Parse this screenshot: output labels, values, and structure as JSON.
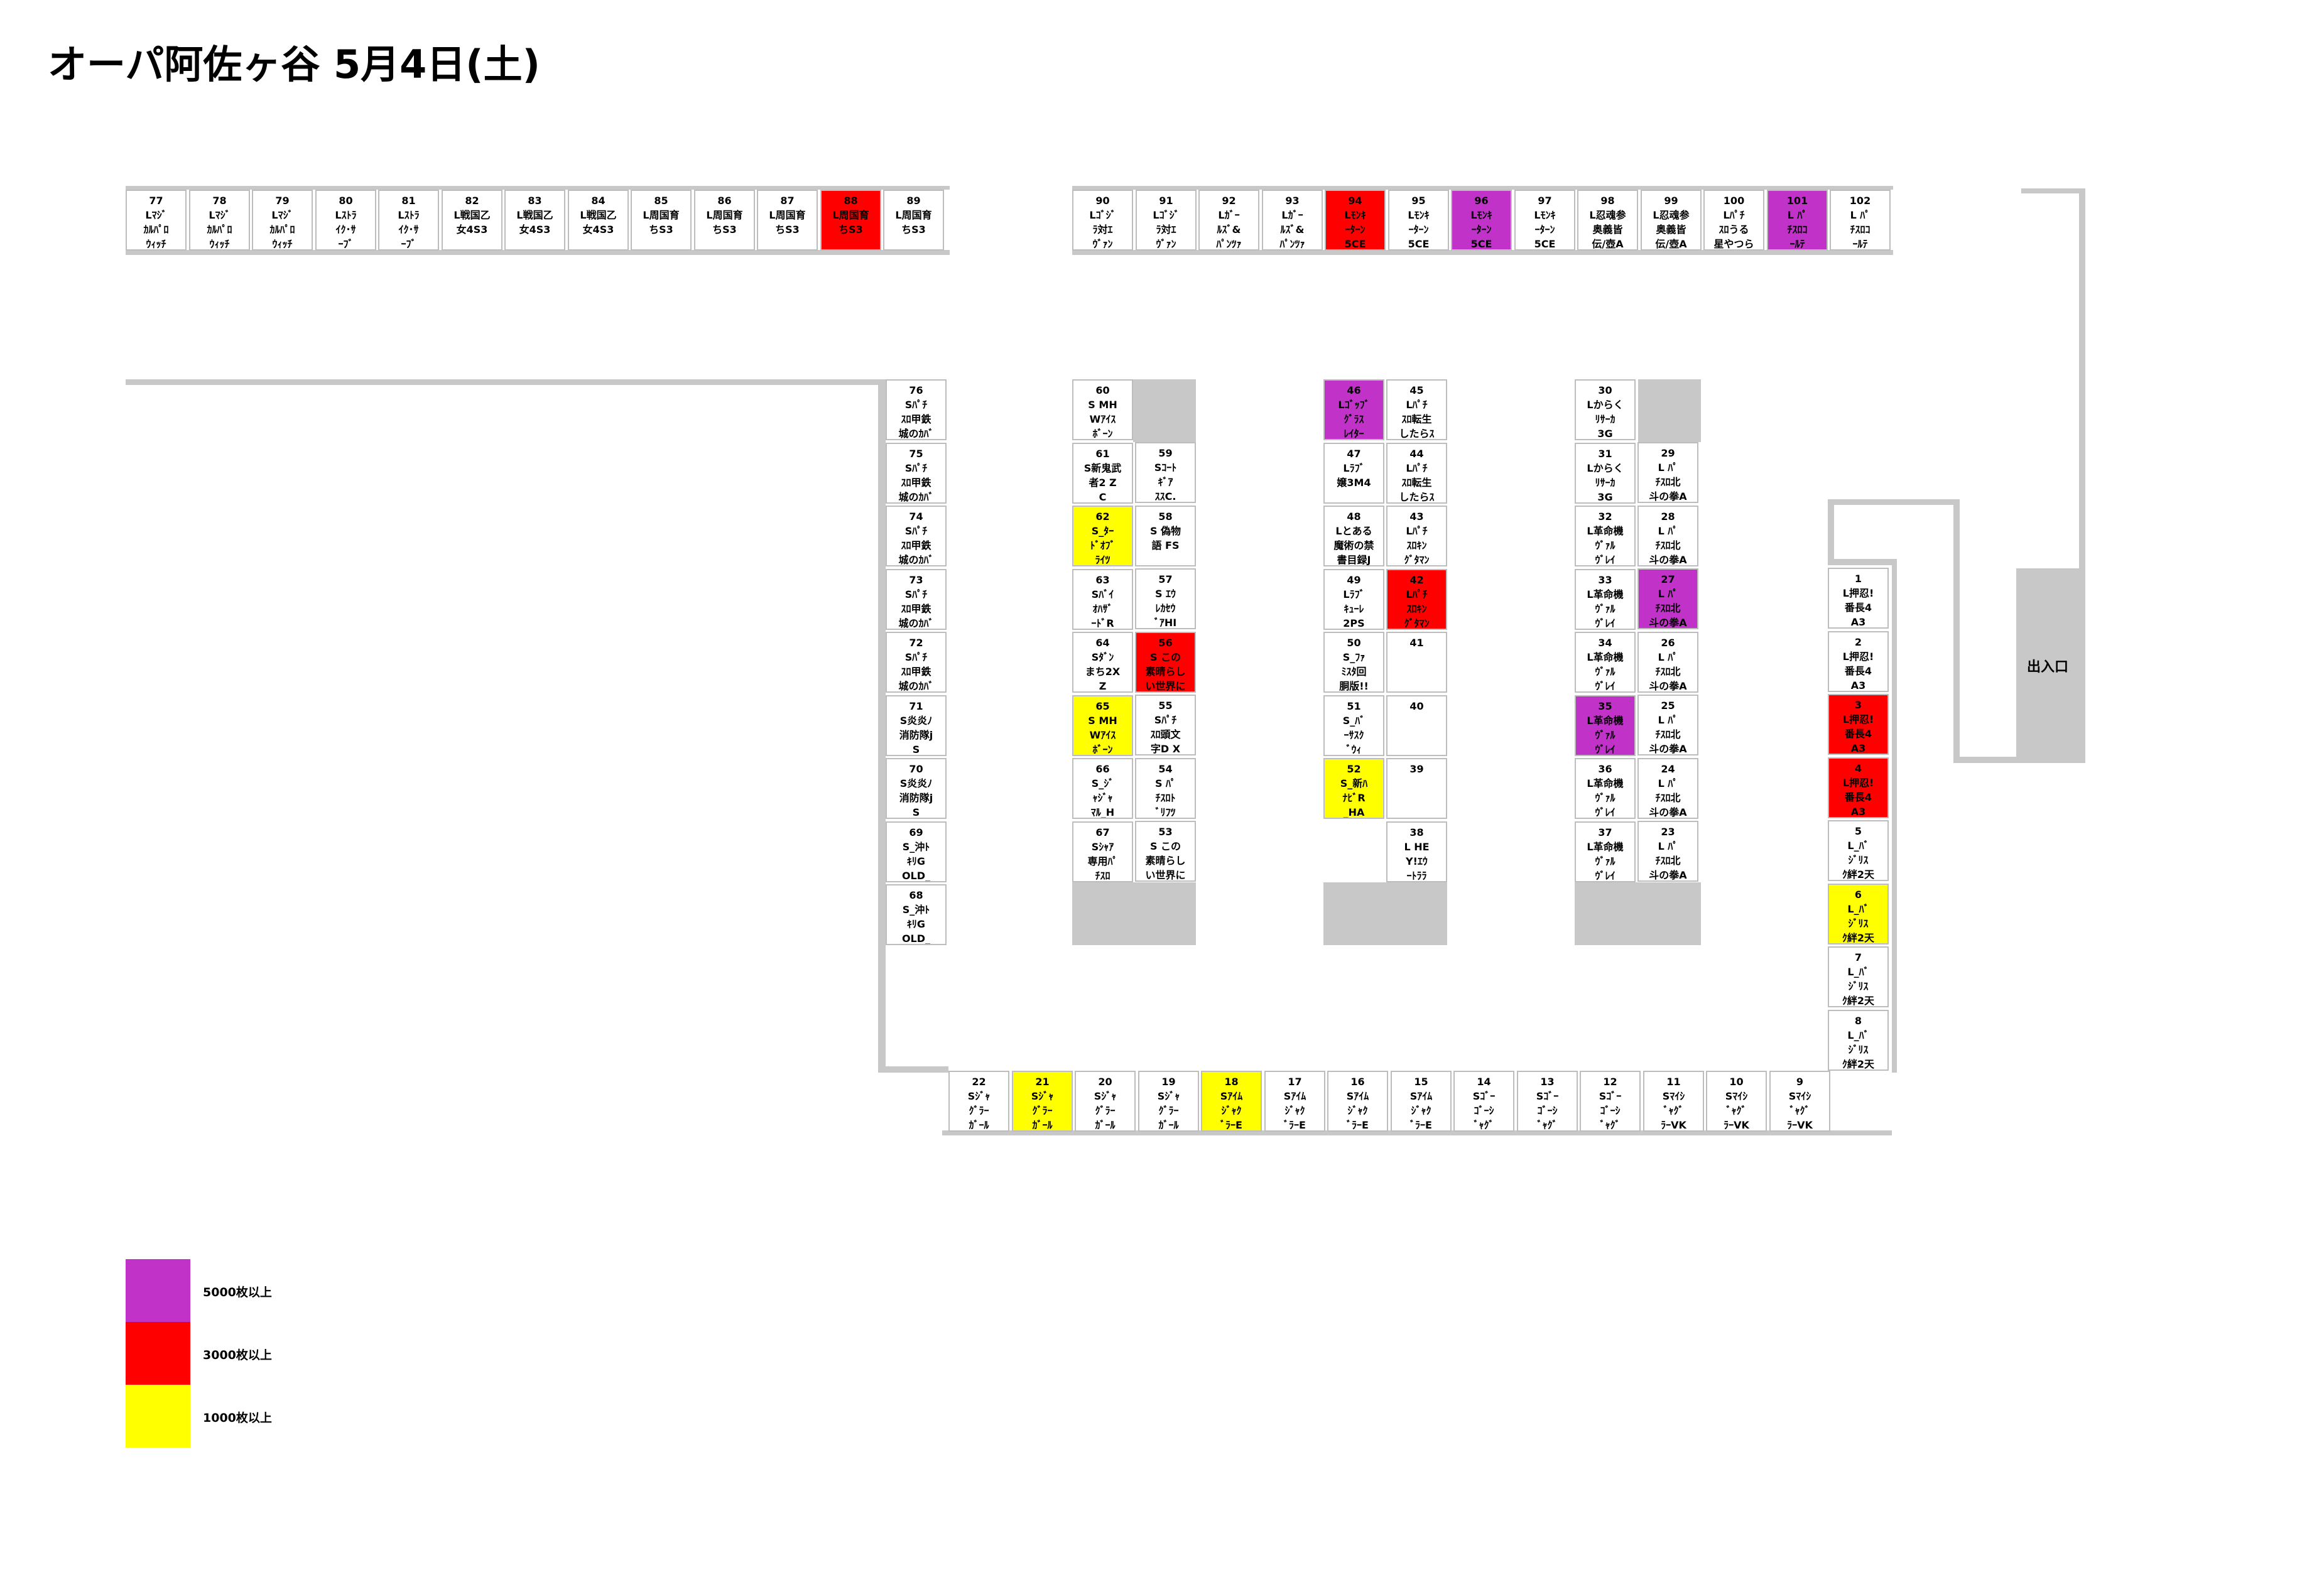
{
  "title": "オーパ阿佐ヶ谷 5月4日(土)",
  "entrance_label": "出入口",
  "colors": {
    "5000": "#c132c9",
    "3000": "#ff0000",
    "1000": "#ffff00",
    "wall": "#c8c8c8"
  },
  "legend": [
    {
      "tier": "5000",
      "label": "5000枚以上"
    },
    {
      "tier": "3000",
      "label": "3000枚以上"
    },
    {
      "tier": "1000",
      "label": "1000枚以上"
    }
  ],
  "machines": [
    {
      "no": "77",
      "text": [
        "Lﾏｼﾞ",
        "ｶﾙﾊﾟﾛ",
        "ｳｨｯﾁ"
      ],
      "tier": ""
    },
    {
      "no": "78",
      "text": [
        "Lﾏｼﾞ",
        "ｶﾙﾊﾟﾛ",
        "ｳｨｯﾁ"
      ],
      "tier": ""
    },
    {
      "no": "79",
      "text": [
        "Lﾏｼﾞ",
        "ｶﾙﾊﾟﾛ",
        "ｳｨｯﾁ"
      ],
      "tier": ""
    },
    {
      "no": "80",
      "text": [
        "Lｽﾄﾗ",
        "ｲｸ･ｻ",
        "ｰﾌﾞ"
      ],
      "tier": ""
    },
    {
      "no": "81",
      "text": [
        "Lｽﾄﾗ",
        "ｲｸ･ｻ",
        "ｰﾌﾞ"
      ],
      "tier": ""
    },
    {
      "no": "82",
      "text": [
        "L戦国乙",
        "女4S3"
      ],
      "tier": ""
    },
    {
      "no": "83",
      "text": [
        "L戦国乙",
        "女4S3"
      ],
      "tier": ""
    },
    {
      "no": "84",
      "text": [
        "L戦国乙",
        "女4S3"
      ],
      "tier": ""
    },
    {
      "no": "85",
      "text": [
        "L周国育",
        "ちS3"
      ],
      "tier": ""
    },
    {
      "no": "86",
      "text": [
        "L周国育",
        "ちS3"
      ],
      "tier": ""
    },
    {
      "no": "87",
      "text": [
        "L周国育",
        "ちS3"
      ],
      "tier": ""
    },
    {
      "no": "88",
      "text": [
        "L周国育",
        "ちS3"
      ],
      "tier": "3000"
    },
    {
      "no": "89",
      "text": [
        "L周国育",
        "ちS3"
      ],
      "tier": ""
    },
    {
      "no": "90",
      "text": [
        "Lｺﾞｼﾞ",
        "ﾗ対ｴ",
        "ｳﾞｧﾝ"
      ],
      "tier": ""
    },
    {
      "no": "91",
      "text": [
        "Lｺﾞｼﾞ",
        "ﾗ対ｴ",
        "ｳﾞｧﾝ"
      ],
      "tier": ""
    },
    {
      "no": "92",
      "text": [
        "Lｶﾞｰ",
        "ﾙｽﾞ&",
        "ﾊﾟﾝﾂｧ"
      ],
      "tier": ""
    },
    {
      "no": "93",
      "text": [
        "Lｶﾞｰ",
        "ﾙｽﾞ&",
        "ﾊﾟﾝﾂｧ"
      ],
      "tier": ""
    },
    {
      "no": "94",
      "text": [
        "Lﾓﾝｷ",
        "ｰﾀｰﾝ",
        "5CE"
      ],
      "tier": "3000"
    },
    {
      "no": "95",
      "text": [
        "Lﾓﾝｷ",
        "ｰﾀｰﾝ",
        "5CE"
      ],
      "tier": ""
    },
    {
      "no": "96",
      "text": [
        "Lﾓﾝｷ",
        "ｰﾀｰﾝ",
        "5CE"
      ],
      "tier": "5000"
    },
    {
      "no": "97",
      "text": [
        "Lﾓﾝｷ",
        "ｰﾀｰﾝ",
        "5CE"
      ],
      "tier": ""
    },
    {
      "no": "98",
      "text": [
        "L忍魂参",
        "奥義皆",
        "伝/壺A"
      ],
      "tier": ""
    },
    {
      "no": "99",
      "text": [
        "L忍魂参",
        "奥義皆",
        "伝/壺A"
      ],
      "tier": ""
    },
    {
      "no": "100",
      "text": [
        "Lﾊﾟﾁ",
        "ｽﾛうる",
        "星やつら"
      ],
      "tier": ""
    },
    {
      "no": "101",
      "text": [
        "L ﾊﾟ",
        "ﾁｽﾛｺ",
        "ｰﾙﾃ"
      ],
      "tier": "5000"
    },
    {
      "no": "102",
      "text": [
        "L ﾊﾟ",
        "ﾁｽﾛｺ",
        "ｰﾙﾃ"
      ],
      "tier": ""
    },
    {
      "no": "76",
      "text": [
        "Sﾊﾟﾁ",
        "ｽﾛ甲鉄",
        "城のｶﾊﾞ"
      ],
      "tier": ""
    },
    {
      "no": "75",
      "text": [
        "Sﾊﾟﾁ",
        "ｽﾛ甲鉄",
        "城のｶﾊﾞ"
      ],
      "tier": ""
    },
    {
      "no": "74",
      "text": [
        "Sﾊﾟﾁ",
        "ｽﾛ甲鉄",
        "城のｶﾊﾞ"
      ],
      "tier": ""
    },
    {
      "no": "73",
      "text": [
        "Sﾊﾟﾁ",
        "ｽﾛ甲鉄",
        "城のｶﾊﾞ"
      ],
      "tier": ""
    },
    {
      "no": "72",
      "text": [
        "Sﾊﾟﾁ",
        "ｽﾛ甲鉄",
        "城のｶﾊﾞ"
      ],
      "tier": ""
    },
    {
      "no": "71",
      "text": [
        "S炎炎ﾉ",
        "消防隊j",
        "S"
      ],
      "tier": ""
    },
    {
      "no": "70",
      "text": [
        "S炎炎ﾉ",
        "消防隊j",
        "S"
      ],
      "tier": ""
    },
    {
      "no": "69",
      "text": [
        "S_沖ﾄ",
        "ｷﾘG",
        "OLD_"
      ],
      "tier": ""
    },
    {
      "no": "68",
      "text": [
        "S_沖ﾄ",
        "ｷﾘG",
        "OLD_"
      ],
      "tier": ""
    },
    {
      "no": "60",
      "text": [
        "S MH",
        "Wｱｲｽ",
        "ﾎﾞｰﾝ"
      ],
      "tier": ""
    },
    {
      "no": "61",
      "text": [
        "S新鬼武",
        "者2 Z",
        "C"
      ],
      "tier": ""
    },
    {
      "no": "62",
      "text": [
        "S_ﾀｰ",
        "ﾄﾞｵﾌﾞ",
        "ﾗｲﾂ"
      ],
      "tier": "1000"
    },
    {
      "no": "63",
      "text": [
        "Sﾊﾞｲ",
        "ｵﾊｻﾞ",
        "ｰﾄﾞR"
      ],
      "tier": ""
    },
    {
      "no": "64",
      "text": [
        "Sﾀﾞﾝ",
        "まち2X",
        "Z"
      ],
      "tier": ""
    },
    {
      "no": "65",
      "text": [
        "S MH",
        "Wｱｲｽ",
        "ﾎﾞｰﾝ"
      ],
      "tier": "1000"
    },
    {
      "no": "66",
      "text": [
        "S_ｼﾞ",
        "ｬｼﾞｬ",
        "ﾏﾙ_H"
      ],
      "tier": ""
    },
    {
      "no": "67",
      "text": [
        "Sｼｬｱ",
        "専用ﾊﾟ",
        "ﾁｽﾛ"
      ],
      "tier": ""
    },
    {
      "no": "59",
      "text": [
        "Sｺｰﾄ",
        "ｷﾞｱ",
        "ｽｽC."
      ],
      "tier": ""
    },
    {
      "no": "58",
      "text": [
        "S 偽物",
        "語 FS"
      ],
      "tier": ""
    },
    {
      "no": "57",
      "text": [
        "S ｴｳ",
        "ﾚｶｾｳ",
        "ﾞｱHI"
      ],
      "tier": ""
    },
    {
      "no": "56",
      "text": [
        "S この",
        "素晴らし",
        "い世界に"
      ],
      "tier": "3000"
    },
    {
      "no": "55",
      "text": [
        "Sﾊﾟﾁ",
        "ｽﾛ頭文",
        "字D X"
      ],
      "tier": ""
    },
    {
      "no": "54",
      "text": [
        "S ﾊﾟ",
        "ﾁｽﾛﾄ",
        "ﾞﾘﾌﾂ"
      ],
      "tier": ""
    },
    {
      "no": "53",
      "text": [
        "S この",
        "素晴らし",
        "い世界に"
      ],
      "tier": ""
    },
    {
      "no": "46",
      "text": [
        "Lｺﾞｯﾌﾞ",
        "ｸﾞﾗｽ",
        "ﾚｲﾀｰ"
      ],
      "tier": "5000"
    },
    {
      "no": "47",
      "text": [
        "Lﾗﾌﾞ",
        "嬢3M4"
      ],
      "tier": ""
    },
    {
      "no": "48",
      "text": [
        "Lとある",
        "魔術の禁",
        "書目録J"
      ],
      "tier": ""
    },
    {
      "no": "49",
      "text": [
        "Lﾗﾌﾞ",
        "ｷｭｰﾚ",
        "2PS"
      ],
      "tier": ""
    },
    {
      "no": "50",
      "text": [
        "S_ﾌｧ",
        "ﾐｽﾀ回",
        "胴版!!"
      ],
      "tier": ""
    },
    {
      "no": "51",
      "text": [
        "S_ﾊﾞ",
        "ｰｻｽｸ",
        "ﾞｳｨ"
      ],
      "tier": ""
    },
    {
      "no": "52",
      "text": [
        "S_新ﾊ",
        "ﾅﾋﾞR",
        "_HA"
      ],
      "tier": "1000"
    },
    {
      "no": "45",
      "text": [
        "Lﾊﾟﾁ",
        "ｽﾛ転生",
        "したらｽ"
      ],
      "tier": ""
    },
    {
      "no": "44",
      "text": [
        "Lﾊﾟﾁ",
        "ｽﾛ転生",
        "したらｽ"
      ],
      "tier": ""
    },
    {
      "no": "43",
      "text": [
        "Lﾊﾟﾁ",
        "ｽﾛｷﾝ",
        "ｸﾞﾀﾏﾝ"
      ],
      "tier": ""
    },
    {
      "no": "42",
      "text": [
        "Lﾊﾟﾁ",
        "ｽﾛｷﾝ",
        "ｸﾞﾀﾏﾝ"
      ],
      "tier": "3000"
    },
    {
      "no": "41",
      "text": [],
      "tier": ""
    },
    {
      "no": "40",
      "text": [],
      "tier": ""
    },
    {
      "no": "39",
      "text": [],
      "tier": ""
    },
    {
      "no": "38",
      "text": [
        "L HE",
        "Y!ｴｳ",
        "ｰﾄﾗﾗ"
      ],
      "tier": ""
    },
    {
      "no": "30",
      "text": [
        "Lからく",
        "ﾘｻｰｶ",
        "3G"
      ],
      "tier": ""
    },
    {
      "no": "31",
      "text": [
        "Lからく",
        "ﾘｻｰｶ",
        "3G"
      ],
      "tier": ""
    },
    {
      "no": "32",
      "text": [
        "L革命機",
        "ｳﾞｧﾙ",
        "ｳﾞﾚｲ"
      ],
      "tier": ""
    },
    {
      "no": "33",
      "text": [
        "L革命機",
        "ｳﾞｧﾙ",
        "ｳﾞﾚｲ"
      ],
      "tier": ""
    },
    {
      "no": "34",
      "text": [
        "L革命機",
        "ｳﾞｧﾙ",
        "ｳﾞﾚｲ"
      ],
      "tier": ""
    },
    {
      "no": "35",
      "text": [
        "L革命機",
        "ｳﾞｧﾙ",
        "ｳﾞﾚｲ"
      ],
      "tier": "5000"
    },
    {
      "no": "36",
      "text": [
        "L革命機",
        "ｳﾞｧﾙ",
        "ｳﾞﾚｲ"
      ],
      "tier": ""
    },
    {
      "no": "37",
      "text": [
        "L革命機",
        "ｳﾞｧﾙ",
        "ｳﾞﾚｲ"
      ],
      "tier": ""
    },
    {
      "no": "29",
      "text": [
        "L ﾊﾟ",
        "ﾁｽﾛ北",
        "斗の拳A"
      ],
      "tier": ""
    },
    {
      "no": "28",
      "text": [
        "L ﾊﾟ",
        "ﾁｽﾛ北",
        "斗の拳A"
      ],
      "tier": ""
    },
    {
      "no": "27",
      "text": [
        "L ﾊﾟ",
        "ﾁｽﾛ北",
        "斗の拳A"
      ],
      "tier": "5000"
    },
    {
      "no": "26",
      "text": [
        "L ﾊﾟ",
        "ﾁｽﾛ北",
        "斗の拳A"
      ],
      "tier": ""
    },
    {
      "no": "25",
      "text": [
        "L ﾊﾟ",
        "ﾁｽﾛ北",
        "斗の拳A"
      ],
      "tier": ""
    },
    {
      "no": "24",
      "text": [
        "L ﾊﾟ",
        "ﾁｽﾛ北",
        "斗の拳A"
      ],
      "tier": ""
    },
    {
      "no": "23",
      "text": [
        "L ﾊﾟ",
        "ﾁｽﾛ北",
        "斗の拳A"
      ],
      "tier": ""
    },
    {
      "no": "1",
      "text": [
        "L押忍!",
        "番長4",
        "A3"
      ],
      "tier": ""
    },
    {
      "no": "2",
      "text": [
        "L押忍!",
        "番長4",
        "A3"
      ],
      "tier": ""
    },
    {
      "no": "3",
      "text": [
        "L押忍!",
        "番長4",
        "A3"
      ],
      "tier": "3000"
    },
    {
      "no": "4",
      "text": [
        "L押忍!",
        "番長4",
        "A3"
      ],
      "tier": "3000"
    },
    {
      "no": "5",
      "text": [
        "L_ﾊﾞ",
        "ｼﾞﾘｽ",
        "ｸ絆2天"
      ],
      "tier": ""
    },
    {
      "no": "6",
      "text": [
        "L_ﾊﾞ",
        "ｼﾞﾘｽ",
        "ｸ絆2天"
      ],
      "tier": "1000"
    },
    {
      "no": "7",
      "text": [
        "L_ﾊﾞ",
        "ｼﾞﾘｽ",
        "ｸ絆2天"
      ],
      "tier": ""
    },
    {
      "no": "8",
      "text": [
        "L_ﾊﾞ",
        "ｼﾞﾘｽ",
        "ｸ絆2天"
      ],
      "tier": ""
    },
    {
      "no": "22",
      "text": [
        "Sｼﾞｬ",
        "ｸﾞﾗｰ",
        "ｶﾞｰﾙ"
      ],
      "tier": ""
    },
    {
      "no": "21",
      "text": [
        "Sｼﾞｬ",
        "ｸﾞﾗｰ",
        "ｶﾞｰﾙ"
      ],
      "tier": "1000"
    },
    {
      "no": "20",
      "text": [
        "Sｼﾞｬ",
        "ｸﾞﾗｰ",
        "ｶﾞｰﾙ"
      ],
      "tier": ""
    },
    {
      "no": "19",
      "text": [
        "Sｼﾞｬ",
        "ｸﾞﾗｰ",
        "ｶﾞｰﾙ"
      ],
      "tier": ""
    },
    {
      "no": "18",
      "text": [
        "Sｱｲﾑ",
        "ｼﾞｬｸ",
        "ﾞﾗｰE"
      ],
      "tier": "1000"
    },
    {
      "no": "17",
      "text": [
        "Sｱｲﾑ",
        "ｼﾞｬｸ",
        "ﾞﾗｰE"
      ],
      "tier": ""
    },
    {
      "no": "16",
      "text": [
        "Sｱｲﾑ",
        "ｼﾞｬｸ",
        "ﾞﾗｰE"
      ],
      "tier": ""
    },
    {
      "no": "15",
      "text": [
        "Sｱｲﾑ",
        "ｼﾞｬｸ",
        "ﾞﾗｰE"
      ],
      "tier": ""
    },
    {
      "no": "14",
      "text": [
        "Sｺﾞｰ",
        "ｺﾞｰｼ",
        "ﾞｬｸﾞ"
      ],
      "tier": ""
    },
    {
      "no": "13",
      "text": [
        "Sｺﾞｰ",
        "ｺﾞｰｼ",
        "ﾞｬｸﾞ"
      ],
      "tier": ""
    },
    {
      "no": "12",
      "text": [
        "Sｺﾞｰ",
        "ｺﾞｰｼ",
        "ﾞｬｸﾞ"
      ],
      "tier": ""
    },
    {
      "no": "11",
      "text": [
        "Sﾏｲｼ",
        "ﾞｬｸﾞ",
        "ﾗｰVK"
      ],
      "tier": ""
    },
    {
      "no": "10",
      "text": [
        "Sﾏｲｼ",
        "ﾞｬｸﾞ",
        "ﾗｰVK"
      ],
      "tier": ""
    },
    {
      "no": "9",
      "text": [
        "Sﾏｲｼ",
        "ﾞｬｸﾞ",
        "ﾗｰVK"
      ],
      "tier": ""
    }
  ]
}
